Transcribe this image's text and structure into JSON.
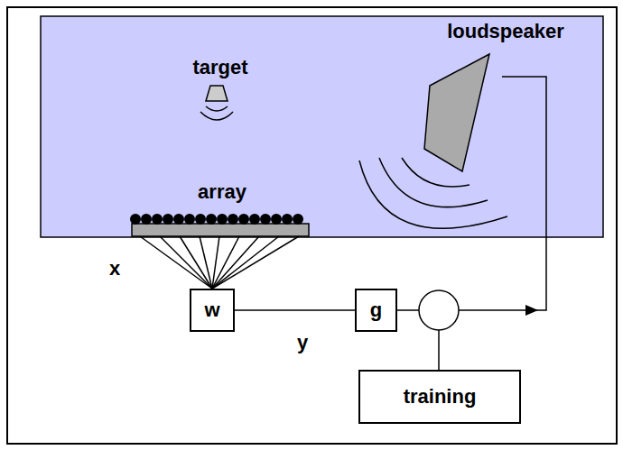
{
  "diagram": {
    "nodes": [
      {
        "text": [
          "w"
        ]
      },
      {
        "text": [
          "g"
        ]
      },
      {
        "text": [
          "training"
        ]
      }
    ],
    "edges": [
      {
        "from": 0,
        "to": 1,
        "arrow": "none"
      }
    ],
    "labels": [
      "target",
      "loudspeaker",
      "array",
      "x",
      "y"
    ]
  }
}
